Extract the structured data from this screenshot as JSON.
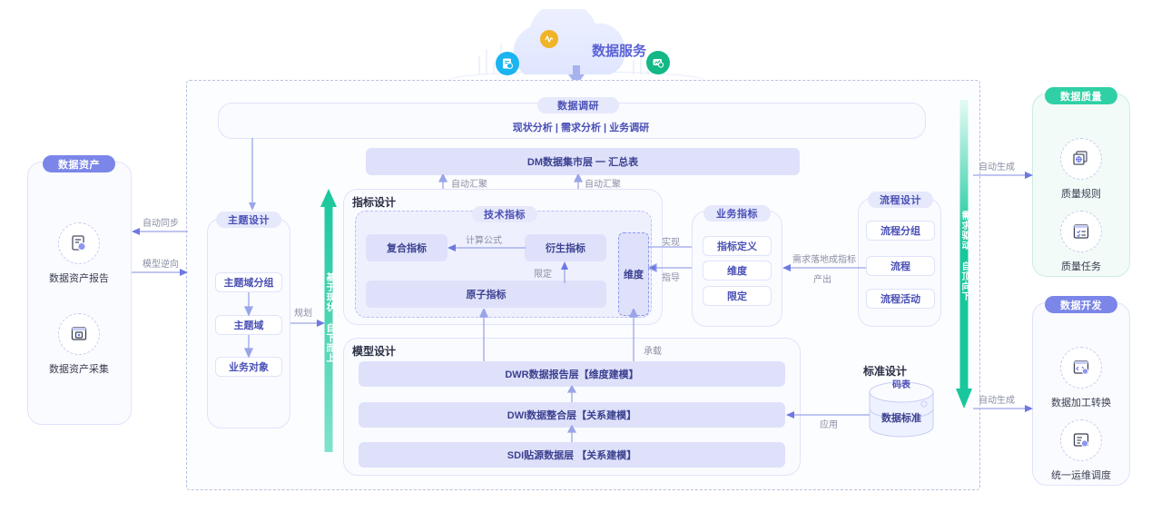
{
  "cloud": {
    "title": "数据服务",
    "icons": [
      {
        "name": "report-icon",
        "color": "#1ab4f0"
      },
      {
        "name": "pulse-icon",
        "color": "#f0b429"
      },
      {
        "name": "image-icon",
        "color": "#13b886"
      }
    ]
  },
  "research": {
    "title": "数据调研",
    "subtitle": "现状分析 | 需求分析 | 业务调研"
  },
  "dm_layer": {
    "label": "DM数据集市层 一 汇总表"
  },
  "aggregate_labels": [
    "自动汇聚",
    "自动汇聚"
  ],
  "left_panel": {
    "title": "数据资产",
    "items": [
      {
        "label": "数据资产报告",
        "icon": "asset-report-icon"
      },
      {
        "label": "数据资产采集",
        "icon": "asset-collect-icon"
      }
    ]
  },
  "left_connectors": [
    {
      "label": "自动同步",
      "direction": "left"
    },
    {
      "label": "模型逆向",
      "direction": "right"
    }
  ],
  "theme_design": {
    "title": "主题设计",
    "items": [
      "主题域分组",
      "主题域",
      "业务对象"
    ]
  },
  "plan_label": "规划",
  "green_arrow": {
    "text": "基于现状 自下而上",
    "direction": "up",
    "color": "#2fd0a5"
  },
  "teal_arrow": {
    "text": "需求驱动 自顶向下",
    "direction": "down",
    "color": "#2fd0a5"
  },
  "indicator_design": {
    "title": "指标设计",
    "tech_pill": "技术指标",
    "boxes": {
      "composite": "复合指标",
      "derived": "衍生指标",
      "atomic": "原子指标",
      "dimension": "维度"
    },
    "edges": {
      "formula": "计算公式",
      "limit": "限定",
      "realize": "实现",
      "guide": "指导"
    }
  },
  "business_indicator": {
    "title": "业务指标",
    "items": [
      "指标定义",
      "维度",
      "限定"
    ]
  },
  "process_design": {
    "title": "流程设计",
    "items": [
      "流程分组",
      "流程",
      "流程活动"
    ]
  },
  "process_edge": {
    "line1": "需求落地成指标",
    "line2": "产出"
  },
  "model_design": {
    "title": "模型设计",
    "layers": [
      "DWR数据报告层【维度建模】",
      "DWI数据整合层【关系建模】",
      "SDI贴源数据层 【关系建模】"
    ],
    "carry_label": "承载"
  },
  "standard_design": {
    "title": "标准设计",
    "cylinder_top": "码表",
    "cylinder_body": "数据标准",
    "apply_label": "应用"
  },
  "quality_panel": {
    "title": "数据质量",
    "items": [
      {
        "label": "质量规则",
        "icon": "quality-rule-icon"
      },
      {
        "label": "质量任务",
        "icon": "quality-task-icon"
      }
    ],
    "edge_label": "自动生成"
  },
  "dev_panel": {
    "title": "数据开发",
    "items": [
      {
        "label": "数据加工转换",
        "icon": "code-transform-icon"
      },
      {
        "label": "统一运维调度",
        "icon": "ops-schedule-icon"
      }
    ],
    "edge_label": "自动生成"
  },
  "colors": {
    "accent_blue": "#7b86e8",
    "accent_green": "#2fd0a5",
    "lavender_fill": "#dfe1fa",
    "panel_bg": "#fafbff"
  }
}
